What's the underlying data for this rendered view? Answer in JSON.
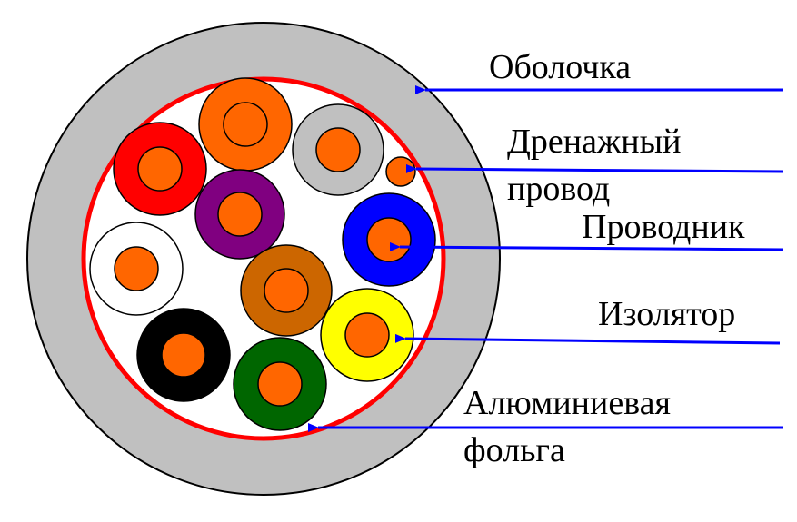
{
  "labels": {
    "sheath": "Оболочка",
    "drain_line1": "Дренажный",
    "drain_line2": "провод",
    "conductor": "Проводник",
    "insulator": "Изолятор",
    "foil_line1": "Алюминиевая",
    "foil_line2": "фольга"
  },
  "colors": {
    "sheath": "#c0c0c0",
    "foil": "#ff0000",
    "conductor": "#ff6600",
    "arrow": "#0000ff",
    "outline": "#000000"
  },
  "wires": [
    {
      "name": "orange",
      "insulation": "#ff6600"
    },
    {
      "name": "gray",
      "insulation": "#c0c0c0"
    },
    {
      "name": "red",
      "insulation": "#ff0000"
    },
    {
      "name": "purple",
      "insulation": "#800080"
    },
    {
      "name": "white",
      "insulation": "#ffffff"
    },
    {
      "name": "blue",
      "insulation": "#0000ff"
    },
    {
      "name": "brown",
      "insulation": "#cc6600"
    },
    {
      "name": "yellow",
      "insulation": "#ffff00"
    },
    {
      "name": "black",
      "insulation": "#000000"
    },
    {
      "name": "green",
      "insulation": "#006600"
    }
  ]
}
